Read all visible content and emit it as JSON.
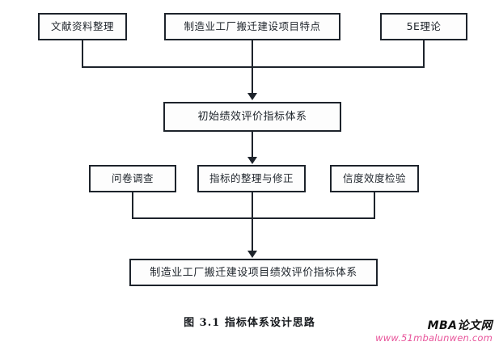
{
  "figure": {
    "caption": "图  3.1  指标体系设计思路",
    "nodes": {
      "top_row": [
        {
          "id": "literature",
          "label": "文献资料整理"
        },
        {
          "id": "project-features",
          "label": "制造业工厂搬迁建设项目特点"
        },
        {
          "id": "5e-theory",
          "label": "5E理论"
        }
      ],
      "initial_system": {
        "id": "initial-index-system",
        "label": "初始绩效评价指标体系"
      },
      "mid_row": [
        {
          "id": "questionnaire",
          "label": "问卷调查"
        },
        {
          "id": "index-revision",
          "label": "指标的整理与修正"
        },
        {
          "id": "reliability-validity",
          "label": "信度效度检验"
        }
      ],
      "final_system": {
        "id": "final-index-system",
        "label": "制造业工厂搬迁建设项目绩效评价指标体系"
      }
    },
    "colors": {
      "line": "#1d232b",
      "box_fill": "#fdfdfd",
      "text": "#20262d"
    }
  },
  "watermark": {
    "title": "MBA论文网",
    "url": "www.51mbalunwen.com",
    "url_color": "#e8559b"
  }
}
